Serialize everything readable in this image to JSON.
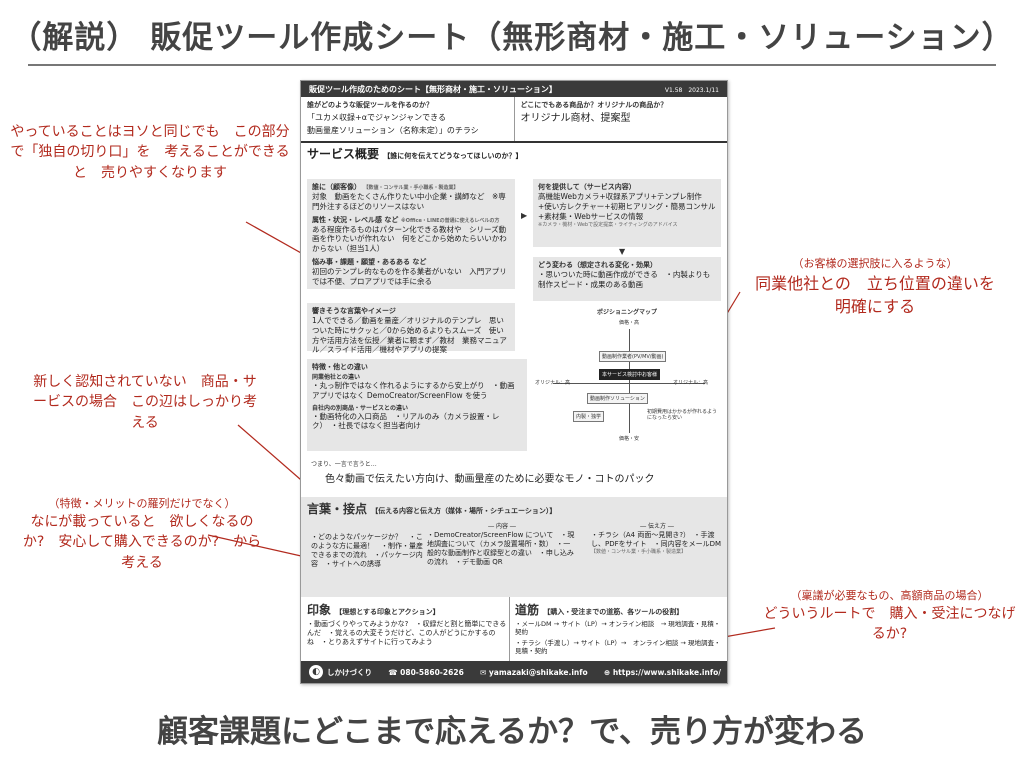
{
  "page": {
    "title": "（解説） 販促ツール作成シート（無形商材・施工・ソリューション）",
    "footer": "顧客課題にどこまで応えるか？で、売り方が変わる"
  },
  "sheet": {
    "header_title": "販促ツール作成のためのシート【無形商材・施工・ソリューション】",
    "version": "V1.58　2023.1/11",
    "who_q": "誰がどのような販促ツールを作るのか？",
    "who_a1": "「ユカメ収録+αでジャンジャンできる",
    "who_a2": "動画量産ソリューション（名称未定）」のチラシ",
    "where_q": "どこにでもある商品か？オリジナルの商品か？",
    "where_a": "オリジナル商材、提案型",
    "service_title": "サービス概要",
    "service_sub": "【誰に何を伝えてどうなってほしいのか？】",
    "target_label": "誰に（顧客像）",
    "target_note": "【数値・コンサル業・手小職系・製造業】",
    "target_h": "対象　動画をたくさん作りたい中小企業・講師など　※専門外注するほどのリソースはない",
    "attr_label": "属性・状況・レベル感 など",
    "attr_note": "※Office・LINEの普通に使えるレベルの方",
    "attr_h": "ある程度作るものはパターン化できる教材や　シリーズ動画を作りたいが作れない　何をどこから始めたらいいかわからない（担当1人）",
    "pain_label": "悩み事・課題・願望・あるある など",
    "pain_h": "初回のテンプレ的なものを作る業者がいない　入門アプリでは不便、プロアプリでは手に余る",
    "offer_label": "何を提供して（サービス内容）",
    "offer_h": "高機能Webカメラ+収録系アプリ+テンプレ制作　+使い方レクチャー+初期ヒアリング・簡易コンサル　+素材集・Webサービスの情報",
    "offer_note": "※カメラ・機材・Webで設定提案・ライティングのアドバイス",
    "change_label": "どう変わる（想定される変化・効果）",
    "change_h": "・思いついた時に動画作成ができる　・内製よりも制作スピード・成果のある動画",
    "words_label": "響きそうな言葉やイメージ",
    "words_h": "1人でできる／動画を量産／オリジナルのテンプレ　思いついた時にサクッと／0から始めるよりもスムーズ　使い方や活用方法を伝授／業者に頼まず／教材　業務マニュアル／スライド活用／機材やアプリの提案",
    "features_label": "特徴・他との違い",
    "features_sub1": "同業他社との違い",
    "features_h1": "・丸っ制作ではなく作れるようにするから安上がり　・動画アプリではなく DemoCreator/ScreenFlow を使う",
    "features_sub2": "自社内の別商品・サービスとの違い",
    "features_h2": "・動画特化の入口商品　・リアルのみ（カメラ設置・レク）　・社長ではなく担当者向け",
    "pos_title": "ポジショニングマップ",
    "pos_top": "価格・高",
    "pos_bottom": "価格・安",
    "pos_left": "オリジナル：高",
    "pos_right": "オリジナル：高",
    "pos_b1": "動画制作業者(PV/MV/動画)",
    "pos_b2": "本サービス検討中お客様",
    "pos_b3": "動画制作ソリューション",
    "pos_b4": "内製・独学",
    "pos_note": "初期費用はかかるが作れるようになったら安い",
    "summary_label": "つまり、一言で言うと…",
    "summary_h": "色々動画で伝えたい方向け、動画量産のために必要なモノ・コトのパック",
    "kotoba_title": "言葉・接点",
    "kotoba_sub": "【伝える内容と伝え方（媒体・場所・シチュエーション）】",
    "kotoba_mid_label": "― 内容 ―",
    "kotoba_right_label": "― 伝え方 ―",
    "kotoba_left": "・どのようなパッケージか？　・このような方に最適！　・制作・量産できるまでの流れ　・パッケージ内容　・サイトへの誘導",
    "kotoba_mid": "・DemoCreator/ScreenFlow について　・現地調査について（カメラ設置場所・数）　・一般的な動画制作と収録型との違い　・申し込みの流れ　・デモ動画 QR",
    "kotoba_right": "・チラシ（A4 両面～見開き?）　・手渡し、PDFをサイト　・同内容をメールDM",
    "kotoba_right_note": "【数値・コンサル業・手小職系・製造業】",
    "impression_title": "印象",
    "impression_sub": "【理想とする印象とアクション】",
    "impression_h": "・動画づくりやってみようかな?　・収録だと割と簡単にできるんだ　・覚えるの大変そうだけど、この人がどうにかするのね　・とりあえずサイトに行ってみよう",
    "route_title": "道筋",
    "route_sub": "【購入・受注までの道筋、各ツールの役割】",
    "route_h1": "・メールDM → サイト（LP）→ オンライン相談　→ 現地調査・見積・契約",
    "route_h2": "・チラシ（手渡し）→ サイト（LP）→　オンライン相談 → 現地調査・見積・契約",
    "foot_brand": "しかけづくり",
    "foot_phone": "080-5860-2626",
    "foot_mail": "yamazaki@shikake.info",
    "foot_url": "https://www.shikake.info/"
  },
  "annotations": {
    "a1": "やっていることはヨソと同じでも　この部分で「独自の切り口」を　考えることができると　売りやすくなります",
    "a2_small": "（お客様の選択肢に入るような）",
    "a2": "同業他社との　立ち位置の違いを　明確にする",
    "a3": "新しく認知されていない　商品・サービスの場合　この辺はしっかり考える",
    "a4_small": "（特徴・メリットの羅列だけでなく）",
    "a4": "なにが載っていると　欲しくなるのか?　安心して購入できるのか?　から考える",
    "a5_small": "（稟議が必要なもの、高額商品の場合）",
    "a5": "どういうルートで　購入・受注につなげるか?"
  }
}
